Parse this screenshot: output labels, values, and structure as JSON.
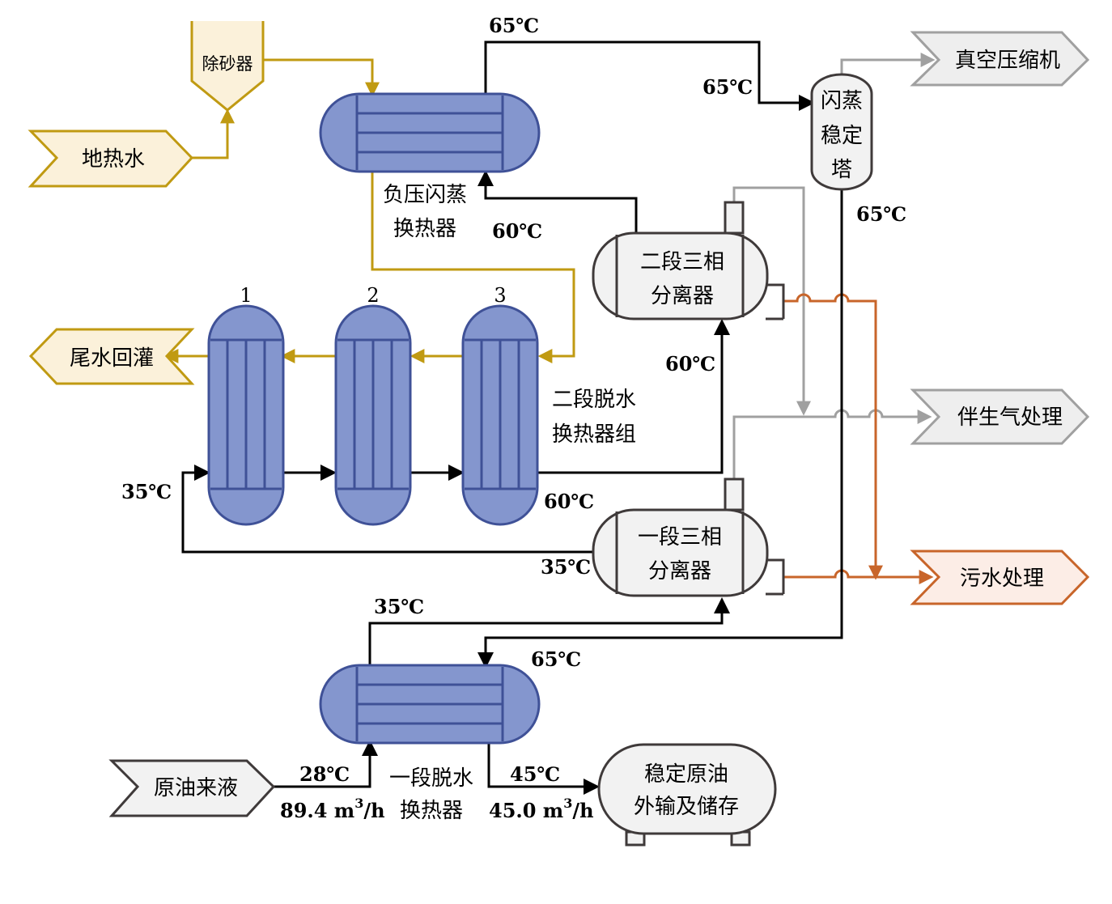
{
  "colors": {
    "geo": "#C09A12",
    "geo_fill": "#FBF1DA",
    "black": "#000000",
    "gas": "#A0A0A0",
    "gas_fill": "#EEEEEE",
    "water": "#C8652A",
    "water_fill": "#FCEDE6",
    "hx_fill": "#8496CE",
    "hx_stroke": "#3F5197",
    "vessel_fill": "#F2F2F2",
    "vessel_stroke": "#3F3A3A"
  },
  "terminals": {
    "geothermal_water": "地热水",
    "tailwater_reinjection": "尾水回灌",
    "vacuum_compressor": "真空压缩机",
    "associated_gas": "伴生气处理",
    "sewage": "污水处理",
    "crude_inflow": "原油来液"
  },
  "equipment": {
    "desander": "除砂器",
    "negative_pressure_hx": [
      "负压闪蒸",
      "换热器"
    ],
    "flash_tower": [
      "闪蒸",
      "稳定",
      "塔"
    ],
    "second_separator": [
      "二段三相",
      "分离器"
    ],
    "first_separator": [
      "一段三相",
      "分离器"
    ],
    "second_dehydration_hx": [
      "二段脱水",
      "换热器组"
    ],
    "first_dehydration_hx": [
      "一段脱水",
      "换热器"
    ],
    "storage_tank": [
      "稳定原油",
      "外输及储存"
    ],
    "hx_numbers": [
      "1",
      "2",
      "3"
    ]
  },
  "temperatures": {
    "t_top_65": "65℃",
    "t_tower_in_65": "65℃",
    "t_tower_out_65": "65℃",
    "t_hx_in_60": "60℃",
    "t_sep2_in_60": "60℃",
    "t_hx3_out_60": "60℃",
    "t_hx1_in_35": "35℃",
    "t_sep1_out_35": "35℃",
    "t_sep1_in_35": "35℃",
    "t_bottom_hx_in_65": "65℃",
    "t_crude_28": "28℃",
    "t_out_45": "45℃"
  },
  "flows": {
    "crude_flow_value": "89.4 m",
    "crude_flow_unit": "/h",
    "out_flow_value": "45.0 m",
    "out_flow_unit": "/h",
    "superscript": "3"
  }
}
